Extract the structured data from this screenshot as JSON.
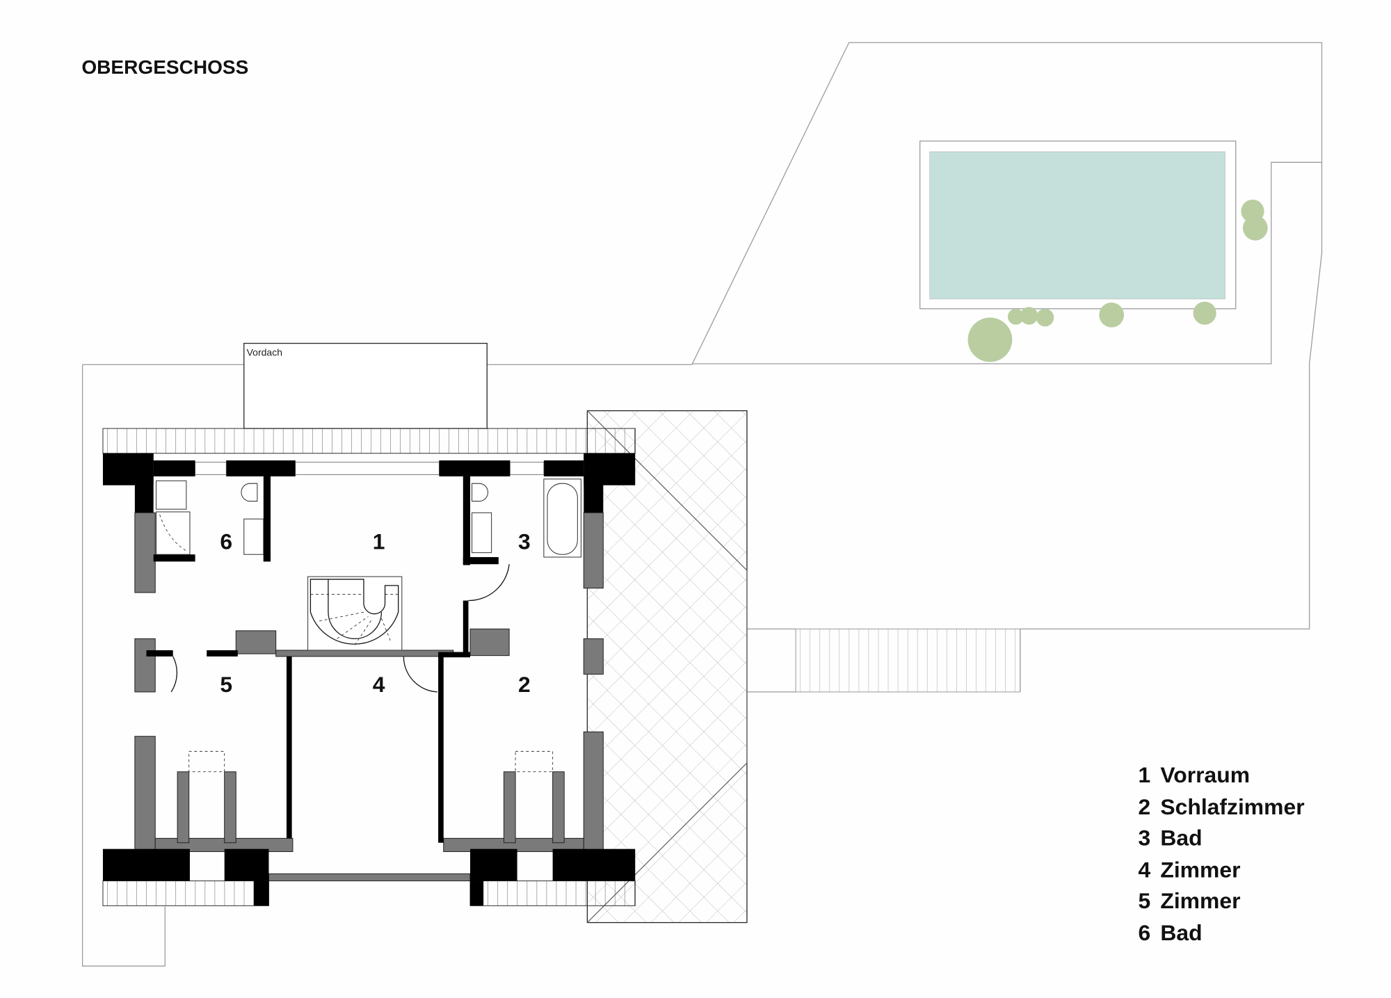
{
  "title": "OBERGESCHOSS",
  "canopy_label": "Vordach",
  "rooms": [
    {
      "number": "1"
    },
    {
      "number": "2"
    },
    {
      "number": "3"
    },
    {
      "number": "4"
    },
    {
      "number": "5"
    },
    {
      "number": "6"
    }
  ],
  "legend": [
    {
      "number": "1",
      "label": "Vorraum"
    },
    {
      "number": "2",
      "label": "Schlafzimmer"
    },
    {
      "number": "3",
      "label": "Bad"
    },
    {
      "number": "4",
      "label": "Zimmer"
    },
    {
      "number": "5",
      "label": "Zimmer"
    },
    {
      "number": "6",
      "label": "Bad"
    }
  ],
  "colors": {
    "pool": "#c5e0db",
    "trees": "#b9cda0",
    "walls_cut": "#000000",
    "walls_grey": "#7a7a7a"
  }
}
